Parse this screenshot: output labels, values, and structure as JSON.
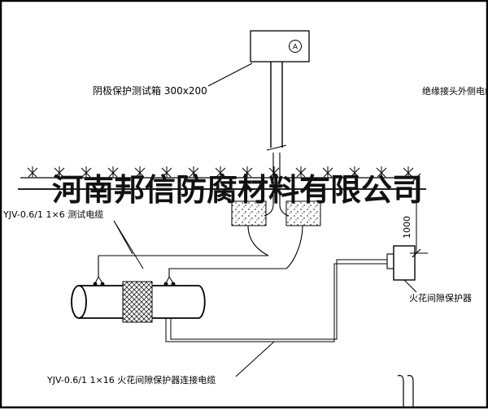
{
  "drawing": {
    "watermark": "河南邦信防腐材料有限公司",
    "labels": {
      "test_box": "阴极保护测试箱 300x200",
      "insulated_joint_cable": "绝缘接头外侧电缆",
      "test_cable": "YJV-0.6/1 1×6  测试电缆",
      "spark_gap_protector": "火花间隙保护器",
      "spark_gap_cable": "YJV-0.6/1 1×16  火花间隙保护器连接电缆",
      "dimension_height": "1000",
      "ammeter": "A"
    },
    "colors": {
      "line": "#000000",
      "background": "#ffffff",
      "watermark": "#111111"
    }
  }
}
